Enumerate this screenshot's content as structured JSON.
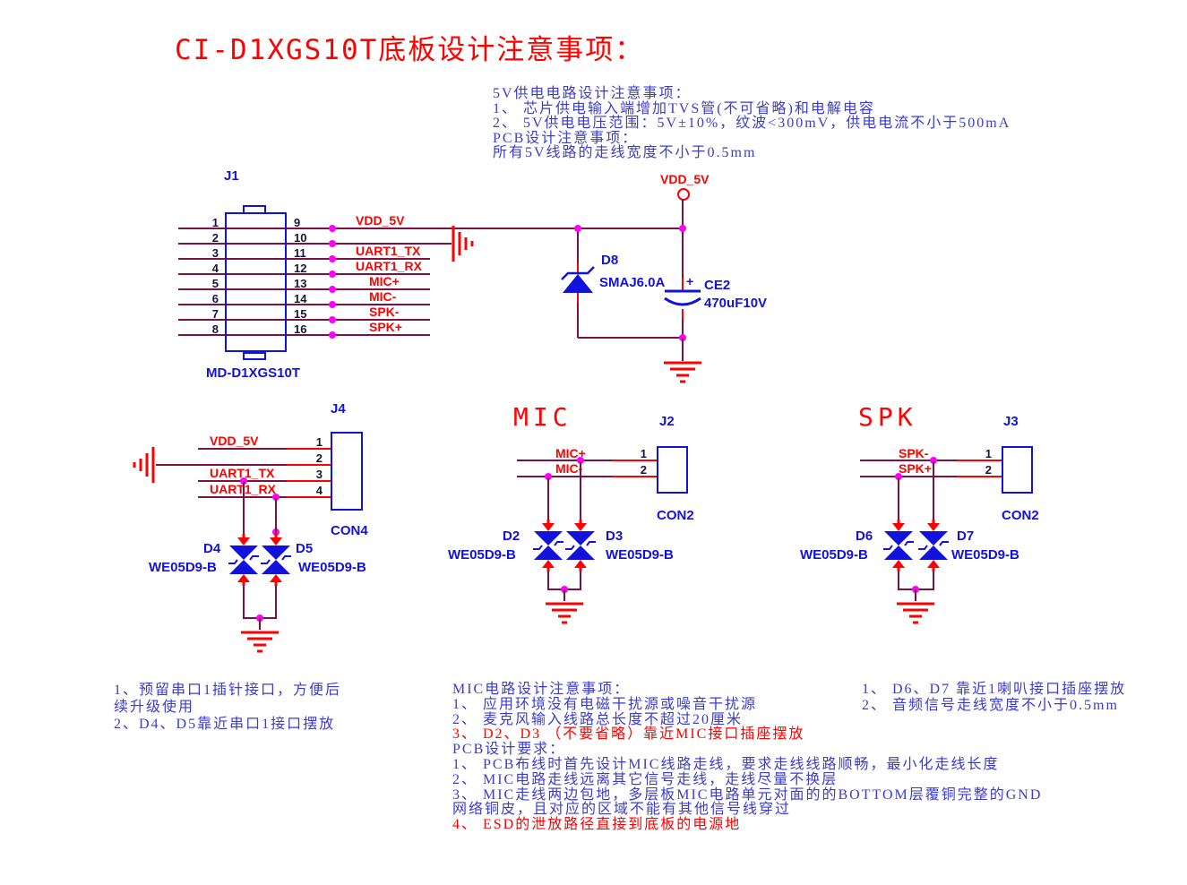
{
  "title": "CI-D1XGS10T底板设计注意事项：",
  "colors": {
    "wire": "#7d1240",
    "component_blue": "#1212dd",
    "net_label_red": "#ff0000",
    "note_blue": "#3b3bd0",
    "junction_magenta": "#ff00ff",
    "ground_red": "#ff0000"
  },
  "notes_5v": {
    "lines": [
      "5V供电电路设计注意事项：",
      "1、 芯片供电输入端增加TVS管(不可省略)和电解电容",
      "2、 5V供电电压范围：5V±10%，纹波<300mV，供电电流不小于500mA",
      "PCB设计注意事项：",
      "所有5V线路的走线宽度不小于0.5mm"
    ]
  },
  "j1": {
    "ref": "J1",
    "part": "MD-D1XGS10T",
    "pins_left": [
      "1",
      "2",
      "3",
      "4",
      "5",
      "6",
      "7",
      "8"
    ],
    "pins_right": [
      "9",
      "10",
      "11",
      "12",
      "13",
      "14",
      "15",
      "16"
    ],
    "nets": {
      "vdd": "VDD_5V",
      "tx": "UART1_TX",
      "rx": "UART1_RX",
      "mic_p": "MIC+",
      "mic_n": "MIC-",
      "spk_n": "SPK-",
      "spk_p": "SPK+"
    }
  },
  "power": {
    "net": "VDD_5V"
  },
  "d8": {
    "ref": "D8",
    "value": "SMAJ6.0A"
  },
  "ce2": {
    "ref": "CE2",
    "value": "470uF10V",
    "polarity": "+"
  },
  "j4": {
    "ref": "J4",
    "type": "CON4",
    "pins": [
      "1",
      "2",
      "3",
      "4"
    ],
    "nets": {
      "vdd": "VDD_5V",
      "tx": "UART1_TX",
      "rx": "UART1_RX"
    }
  },
  "d4": {
    "ref": "D4",
    "value": "WE05D9-B"
  },
  "d5": {
    "ref": "D5",
    "value": "WE05D9-B"
  },
  "mic": {
    "heading": "MIC",
    "j2": {
      "ref": "J2",
      "type": "CON2",
      "pins": [
        "1",
        "2"
      ]
    },
    "nets": {
      "p": "MIC+",
      "n": "MIC-"
    },
    "d2": {
      "ref": "D2",
      "value": "WE05D9-B"
    },
    "d3": {
      "ref": "D3",
      "value": "WE05D9-B"
    }
  },
  "spk": {
    "heading": "SPK",
    "j3": {
      "ref": "J3",
      "type": "CON2",
      "pins": [
        "1",
        "2"
      ]
    },
    "nets": {
      "n": "SPK-",
      "p": "SPK+"
    },
    "d6": {
      "ref": "D6",
      "value": "WE05D9-B"
    },
    "d7": {
      "ref": "D7",
      "value": "WE05D9-B"
    }
  },
  "notes_serial": {
    "lines": [
      "1、预留串口1插针接口，方便后",
      "续升级使用",
      "2、D4、D5靠近串口1接口摆放"
    ]
  },
  "notes_mic": {
    "lines": [
      {
        "text": "MIC电路设计注意事项：",
        "color": "blue"
      },
      {
        "text": "1、 应用环境没有电磁干扰源或噪音干扰源",
        "color": "blue"
      },
      {
        "text": "2、 麦克风输入线路总长度不超过20厘米",
        "color": "blue"
      },
      {
        "text": "3、 D2、D3 （不要省略）靠近MIC接口插座摆放",
        "color": "red"
      },
      {
        "text": "PCB设计要求：",
        "color": "blue"
      },
      {
        "text": "1、 PCB布线时首先设计MIC线路走线，要求走线线路顺畅，最小化走线长度",
        "color": "blue"
      },
      {
        "text": "2、 MIC电路走线远离其它信号走线，走线尽量不换层",
        "color": "blue"
      },
      {
        "text": "3、 MIC走线两边包地，多层板MIC电路单元对面的的BOTTOM层覆铜完整的GND",
        "color": "blue"
      },
      {
        "text": "网络铜皮，且对应的区域不能有其他信号线穿过",
        "color": "blue"
      },
      {
        "text": "4、 ESD的泄放路径直接到底板的电源地",
        "color": "red"
      }
    ]
  },
  "notes_spk": {
    "lines": [
      "1、 D6、D7 靠近1喇叭接口插座摆放",
      "2、 音频信号走线宽度不小于0.5mm"
    ]
  }
}
